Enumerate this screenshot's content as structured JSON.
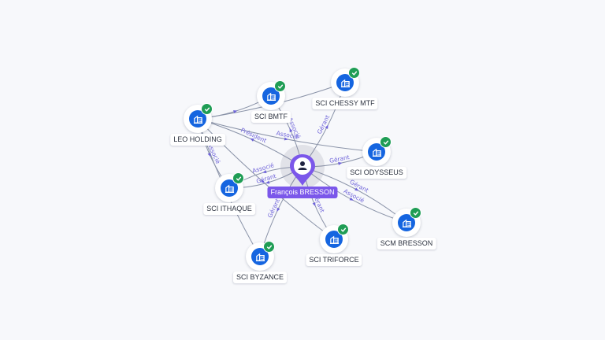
{
  "center": {
    "name": "François BRESSON",
    "icon": "person-icon"
  },
  "nodes": [
    {
      "id": "sci-bmtf",
      "name": "SCI BMTF",
      "icon": "company-building-icon",
      "verified": true
    },
    {
      "id": "sci-chessy-mtf",
      "name": "SCI CHESSY MTF",
      "icon": "company-building-icon",
      "verified": true
    },
    {
      "id": "leo-holding",
      "name": "LEO HOLDING",
      "icon": "company-building-icon",
      "verified": true
    },
    {
      "id": "sci-odysseus",
      "name": "SCI ODYSSEUS",
      "icon": "company-building-icon",
      "verified": true
    },
    {
      "id": "sci-ithaque",
      "name": "SCI ITHAQUE",
      "icon": "company-building-icon",
      "verified": true
    },
    {
      "id": "scm-bresson",
      "name": "SCM BRESSON",
      "icon": "company-building-icon",
      "verified": true
    },
    {
      "id": "sci-triforce",
      "name": "SCI TRIFORCE",
      "icon": "company-building-icon",
      "verified": true
    },
    {
      "id": "sci-byzance",
      "name": "SCI BYZANCE",
      "icon": "company-building-icon",
      "verified": true
    }
  ],
  "edges": [
    {
      "from": "center",
      "to": "sci-bmtf",
      "label": "Associé"
    },
    {
      "from": "center",
      "to": "sci-chessy-mtf",
      "label": "Gérant"
    },
    {
      "from": "center",
      "to": "leo-holding",
      "label": "Président"
    },
    {
      "from": "center",
      "to": "sci-odysseus",
      "label": "Gérant"
    },
    {
      "from": "center",
      "to": "sci-ithaque",
      "label": "Gérant"
    },
    {
      "from": "center",
      "to": "sci-ithaque",
      "label": "Associé"
    },
    {
      "from": "center",
      "to": "scm-bresson",
      "label": "Gérant"
    },
    {
      "from": "center",
      "to": "scm-bresson",
      "label": "Associé"
    },
    {
      "from": "center",
      "to": "sci-triforce",
      "label": "Gérant"
    },
    {
      "from": "center",
      "to": "sci-byzance",
      "label": "Gérant"
    },
    {
      "from": "leo-holding",
      "to": "sci-bmtf",
      "label": ""
    },
    {
      "from": "leo-holding",
      "to": "sci-chessy-mtf",
      "label": ""
    },
    {
      "from": "leo-holding",
      "to": "sci-odysseus",
      "label": "Associé"
    },
    {
      "from": "leo-holding",
      "to": "sci-ithaque",
      "label": "Associé"
    },
    {
      "from": "leo-holding",
      "to": "sci-triforce",
      "label": ""
    },
    {
      "from": "leo-holding",
      "to": "sci-byzance",
      "label": ""
    }
  ],
  "colors": {
    "company": "#1565e0",
    "verified": "#1f9d55",
    "center": "#7b57ea",
    "edge": "#8a93a8",
    "edge_label": "#6e63d9"
  }
}
